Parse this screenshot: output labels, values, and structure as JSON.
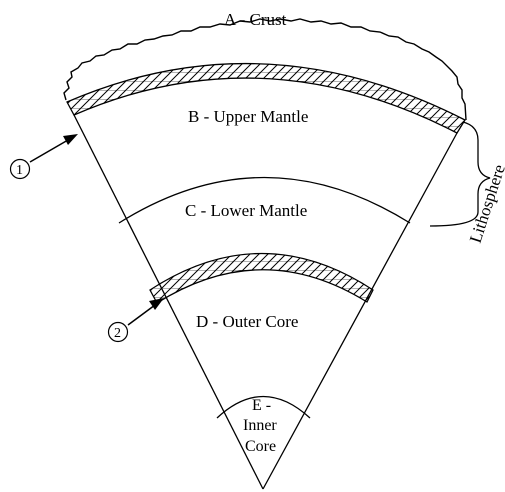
{
  "layers": {
    "crust": "A - Crust",
    "upper_mantle": "B - Upper Mantle",
    "lower_mantle": "C - Lower Mantle",
    "outer_core": "D - Outer Core",
    "inner_core_line1": "E -",
    "inner_core_line2": "Inner",
    "inner_core_line3": "Core"
  },
  "markers": {
    "marker_1": "1",
    "marker_2": "2"
  },
  "bracket_label": "Lithosphere",
  "colors": {
    "line": "#000000",
    "background": "#ffffff"
  }
}
